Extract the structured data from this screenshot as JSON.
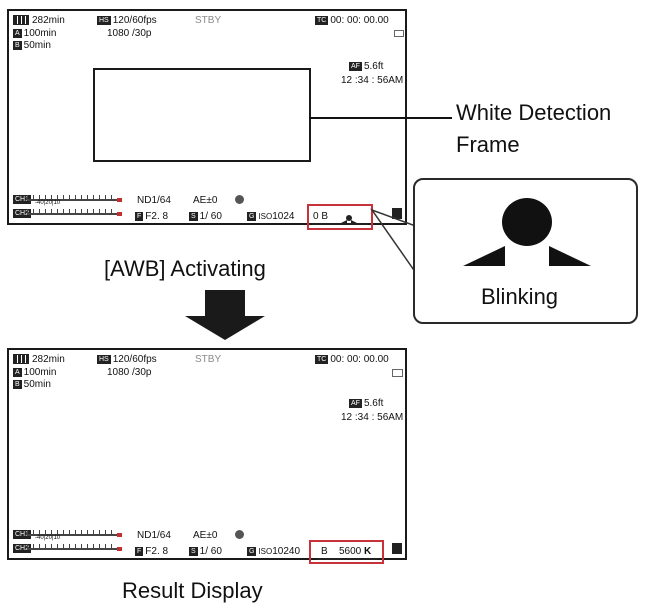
{
  "top_screen": {
    "battery": "282min",
    "slot_a": "100min",
    "slot_b": "50min",
    "frame_rate": "120/60fps",
    "resolution": "1080 /30p",
    "status": "STBY",
    "timecode": "00: 00: 00.00",
    "focus_distance": "5.6ft",
    "time": "12 :34 : 56AM",
    "nd": "ND1/64",
    "ae": "AE±0",
    "iris": "F2. 8",
    "shutter": "1/ 60",
    "iso_label": "ISO",
    "iso": "1024",
    "wb_mode": "0 B",
    "meter_label": "-40|20|10"
  },
  "bottom_screen": {
    "battery": "282min",
    "slot_a": "100min",
    "slot_b": "50min",
    "frame_rate": "120/60fps",
    "resolution": "1080 /30p",
    "status": "STBY",
    "timecode": "00: 00: 00.00",
    "focus_distance": "5.6ft",
    "time": "12 :34 : 56AM",
    "nd": "ND1/64",
    "ae": "AE±0",
    "iris": "F2. 8",
    "shutter": "1/ 60",
    "iso_label": "ISO",
    "iso": "10240",
    "wb_mode": "B",
    "color_temp": "5600",
    "color_temp_unit": "K",
    "meter_label": "-40|20|10"
  },
  "labels": {
    "white_detection_line1": "White Detection",
    "white_detection_line2": "Frame",
    "activating": "[AWB] Activating",
    "blinking": "Blinking",
    "result": "Result Display"
  }
}
